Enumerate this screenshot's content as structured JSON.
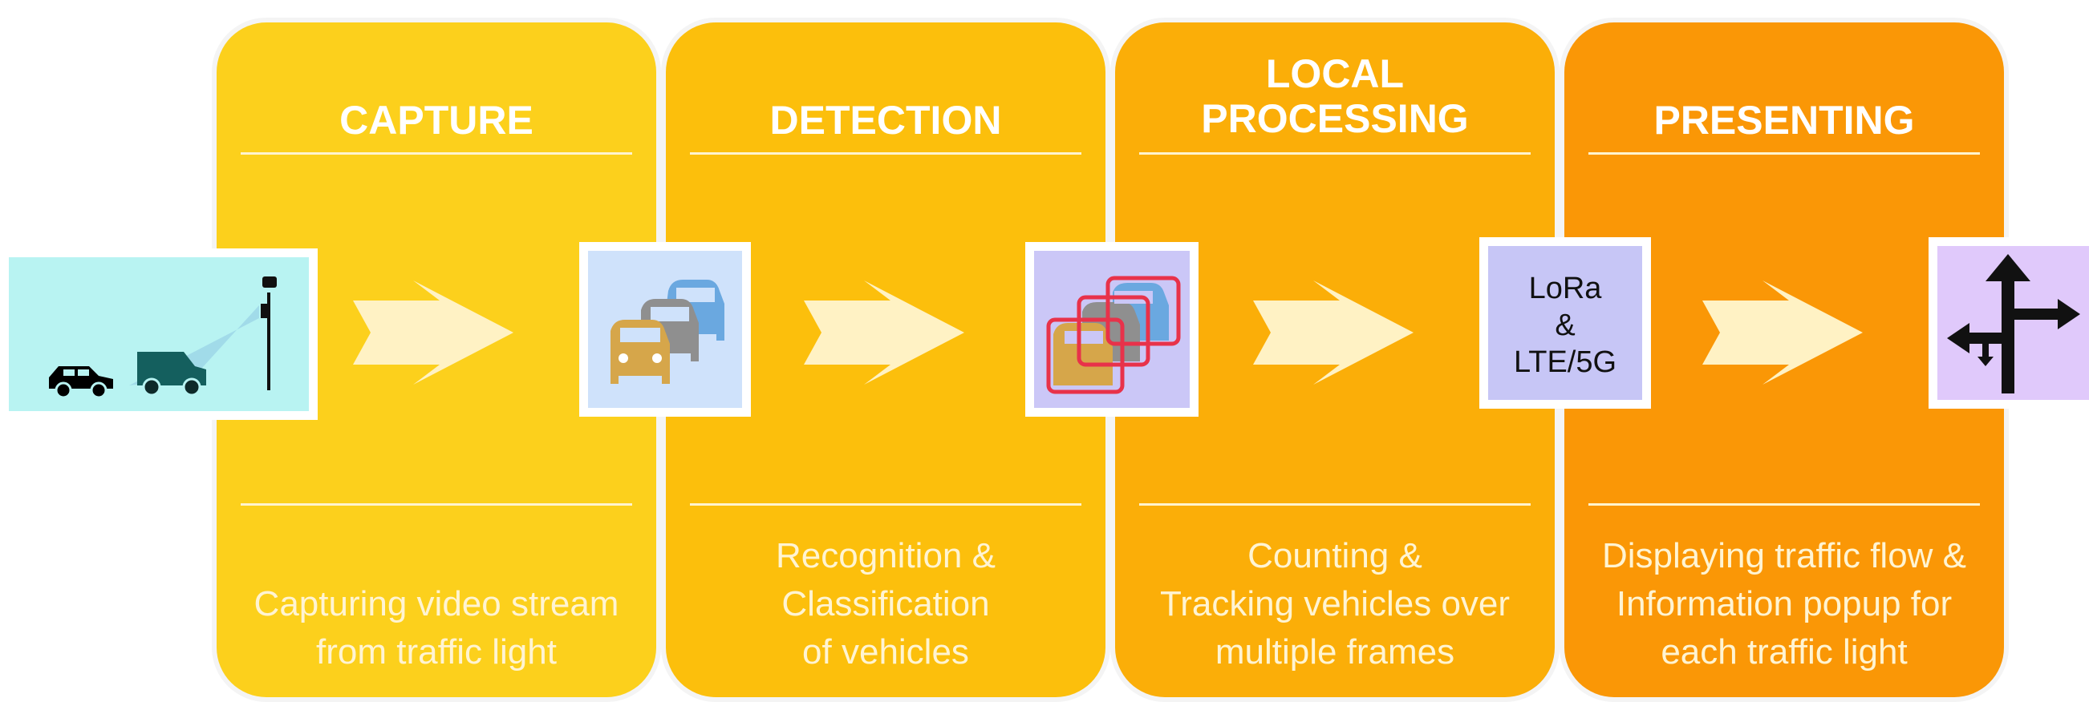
{
  "colors": {
    "capture": "#fcd01c",
    "detection": "#fcbf0c",
    "local_processing": "#fbae08",
    "presenting": "#fa9706",
    "arrow": "#fff2c4",
    "camera_bg": "#b8f3f2",
    "vehicles_bg": "#cfe2fb",
    "tracking_bg": "#cbc7f7",
    "lora_bg": "#c7c6f6",
    "map_bg": "#e0c9fb"
  },
  "stages": [
    {
      "title_lines": [
        "CAPTURE"
      ],
      "description_lines": [
        "Capturing video stream",
        "from traffic light"
      ]
    },
    {
      "title_lines": [
        "DETECTION"
      ],
      "description_lines": [
        "Recognition &",
        "Classification",
        "of vehicles"
      ]
    },
    {
      "title_lines": [
        "LOCAL",
        "PROCESSING"
      ],
      "description_lines": [
        "Counting &",
        "Tracking vehicles over",
        "multiple frames"
      ]
    },
    {
      "title_lines": [
        "PRESENTING"
      ],
      "description_lines": [
        "Displaying traffic flow &",
        "Information popup for",
        "each traffic light"
      ]
    }
  ],
  "nodes": {
    "camera": {
      "icon": "traffic-camera-icon"
    },
    "vehicles": {
      "icon": "vehicles-icon"
    },
    "tracking": {
      "icon": "tracked-vehicles-icon"
    },
    "communication": {
      "lines": [
        "LoRa",
        "&",
        "LTE/5G"
      ]
    },
    "map": {
      "icon": "intersection-arrows-icon"
    }
  }
}
